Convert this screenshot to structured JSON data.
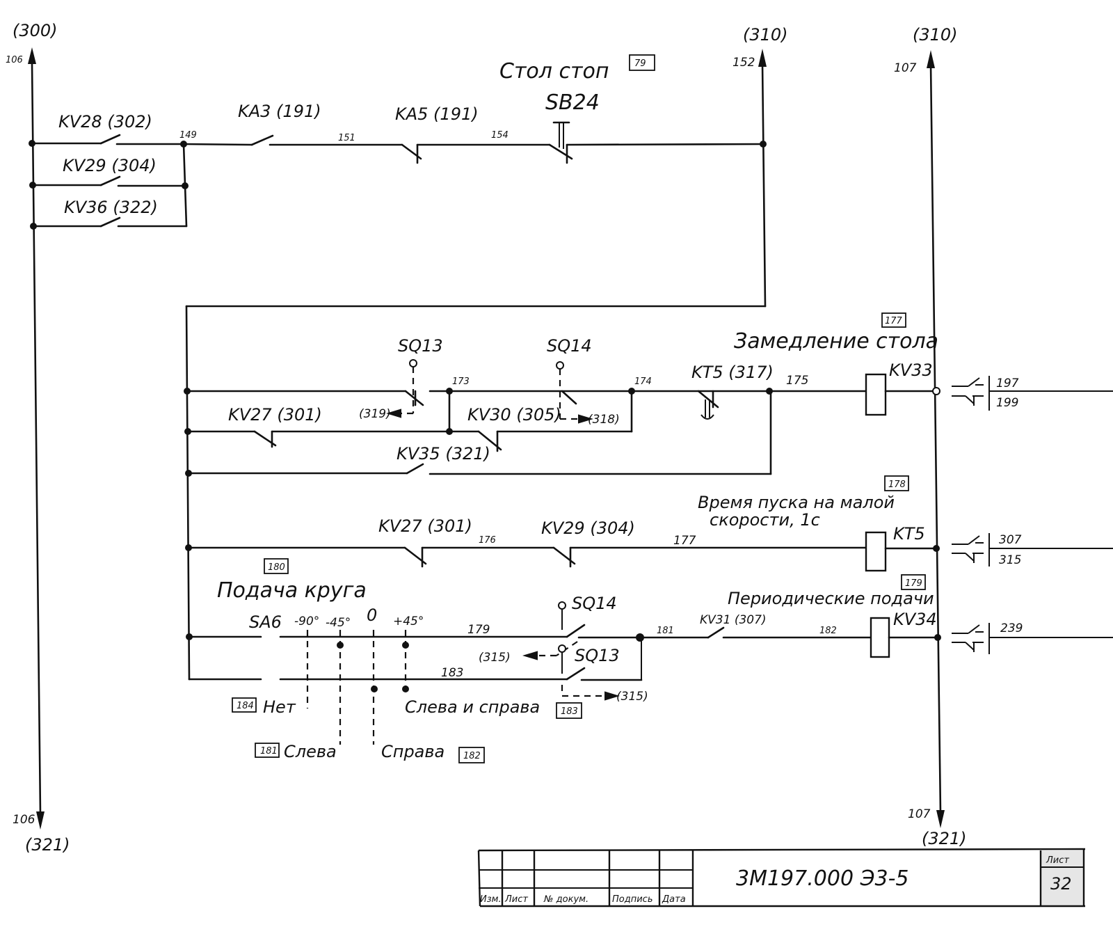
{
  "diagram": {
    "type": "electrical-schematic",
    "rails": {
      "left_top": {
        "ref": "(300)",
        "wire": "106"
      },
      "left_bottom": {
        "ref": "(321)",
        "wire": "106"
      },
      "mid_top": {
        "ref": "(310)",
        "wire": "152"
      },
      "right_top": {
        "ref": "(310)",
        "wire": "107"
      },
      "right_bottom": {
        "ref": "(321)",
        "wire": "107"
      }
    },
    "top_circuit": {
      "title": "Стол стоп",
      "title_ref": "79",
      "contacts": [
        {
          "id": "KV28",
          "ref": "(302)",
          "label": "KV28 (302)"
        },
        {
          "id": "KV29",
          "ref": "(304)",
          "label": "KV29 (304)"
        },
        {
          "id": "KV36",
          "ref": "(322)",
          "label": "KV36 (322)"
        },
        {
          "id": "KA3",
          "ref": "(191)",
          "label": "KA3 (191)"
        },
        {
          "id": "KA5",
          "ref": "(191)",
          "label": "KA5 (191)"
        },
        {
          "id": "SB24",
          "label": "SB24"
        }
      ],
      "wires": [
        "149",
        "151",
        "154"
      ]
    },
    "row1": {
      "title": "Замедление стола",
      "title_ref": "177",
      "coil": "KV33",
      "switches": [
        "SQ13",
        "SQ14"
      ],
      "contacts": [
        {
          "label": "KV27 (301)"
        },
        {
          "label": "KV30 (305)"
        },
        {
          "label": "KV35 (321)"
        },
        {
          "label": "KT5 (317)"
        }
      ],
      "refs": {
        "sq13": "(319)",
        "sq14": "(318)"
      },
      "wires": [
        "173",
        "174",
        "175"
      ],
      "outputs": {
        "no": "197",
        "nc": "199"
      }
    },
    "row2": {
      "title_line1": "Время пуска на малой",
      "title_line2": "скорости, 1с",
      "title_ref": "178",
      "coil": "KT5",
      "contacts": [
        {
          "label": "KV27 (301)"
        },
        {
          "label": "KV29 (304)"
        }
      ],
      "wires": [
        "176",
        "177"
      ],
      "outputs": {
        "no": "307",
        "nc": "315"
      }
    },
    "row3": {
      "title": "Подача круга",
      "title_ref": "180",
      "selector": "SA6",
      "positions": [
        "-90°",
        "-45°",
        "0",
        "+45°"
      ],
      "switches": [
        "SQ14",
        "SQ13"
      ],
      "refs": {
        "sq14": "(315)",
        "sq13": "(315)"
      },
      "wires": [
        "179",
        "183",
        "181",
        "182"
      ],
      "contact": "KV31 (307)",
      "coil_title": "Периодические подачи",
      "coil_ref": "179",
      "coil": "KV34",
      "outputs": {
        "no": "239"
      },
      "modes": [
        {
          "label": "Нет",
          "ref": "184"
        },
        {
          "label": "Слева",
          "ref": "181"
        },
        {
          "label": "Справа",
          "ref": "182"
        },
        {
          "label": "Слева и справа",
          "ref": "183"
        }
      ]
    }
  },
  "title_block": {
    "doc_number": "3М197.000 Э3-5",
    "sheet_label": "Лист",
    "sheet_number": "32",
    "columns": [
      "Изм.",
      "Лист",
      "№ докум.",
      "Подпись",
      "Дата"
    ]
  }
}
